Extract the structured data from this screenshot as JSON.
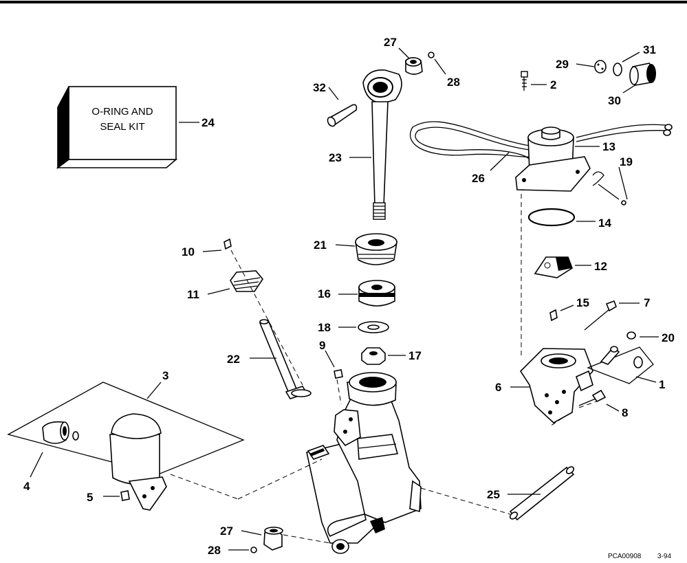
{
  "kit_box": {
    "line1": "O-RING AND",
    "line2": "SEAL KIT",
    "ref": "24"
  },
  "callouts": {
    "c1": "1",
    "c2": "2",
    "c3": "3",
    "c4": "4",
    "c5": "5",
    "c6": "6",
    "c7": "7",
    "c8": "8",
    "c9": "9",
    "c10": "10",
    "c11": "11",
    "c12": "12",
    "c13": "13",
    "c14": "14",
    "c15": "15",
    "c16": "16",
    "c17": "17",
    "c18": "18",
    "c19": "19",
    "c20": "20",
    "c21": "21",
    "c22": "22",
    "c23": "23",
    "c25": "25",
    "c26": "26",
    "c27a": "27",
    "c27b": "27",
    "c28a": "28",
    "c28b": "28",
    "c29": "29",
    "c30": "30",
    "c31": "31",
    "c32": "32"
  },
  "footer": {
    "code": "PCA00908",
    "date": "3-94"
  }
}
